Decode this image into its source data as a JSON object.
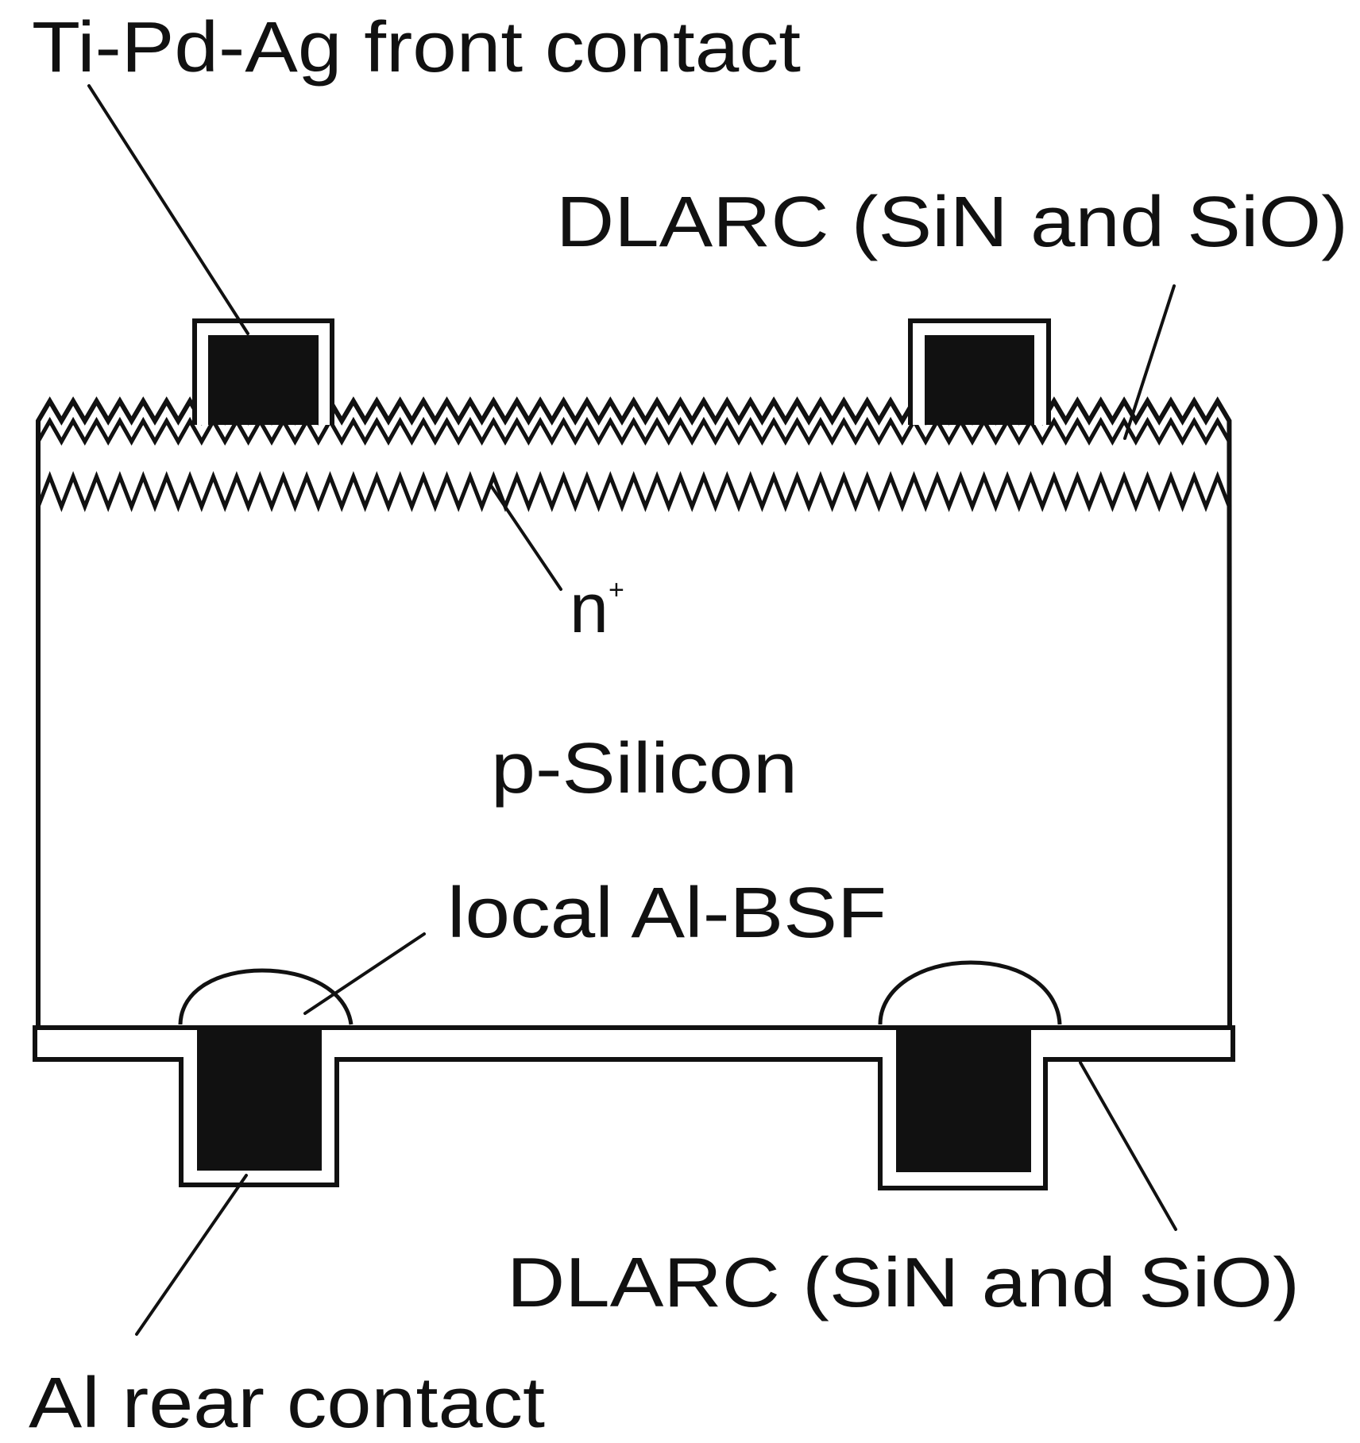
{
  "labels": {
    "front_contact": "Ti-Pd-Ag front contact",
    "dlarc_top": "DLARC (SiN and SiO)",
    "n_plus_base": "n",
    "n_plus_sup": "+",
    "p_silicon": "p-Silicon",
    "local_bsf": "local Al-BSF",
    "dlarc_bottom": "DLARC (SiN and SiO)",
    "rear_contact": "Al rear contact"
  },
  "colors": {
    "ink": "#111111",
    "background": "#ffffff"
  }
}
